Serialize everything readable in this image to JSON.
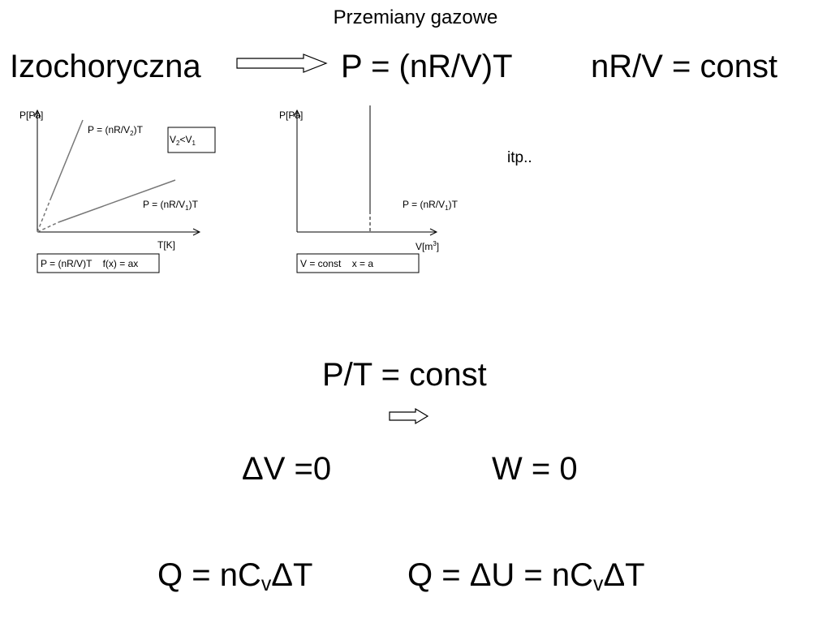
{
  "slide": {
    "title": "Przemiany gazowe",
    "heading": "Izochoryczna",
    "formula_main": "P = (nR/V)T",
    "formula_const": "nR/V = const",
    "itp": "itp..",
    "ratio_const": "P/T = const",
    "delta_v": "ΔV =0",
    "work": "W = 0",
    "heat_left": {
      "prefix": "Q = nC",
      "sub": "v",
      "suffix": "ΔT"
    },
    "heat_right": {
      "prefix": "Q = ΔU = nC",
      "sub": "v",
      "suffix": "ΔT"
    }
  },
  "graph1": {
    "y_axis_label": "P[Pa]",
    "x_axis_label": "T[K]",
    "line_upper_label": {
      "prefix": "P = (nR/V",
      "sub": "2",
      "suffix": ")T"
    },
    "line_lower_label": {
      "prefix": "P = (nR/V",
      "sub": "1",
      "suffix": ")T"
    },
    "compare_box": {
      "a": "V",
      "a_sub": "2",
      "op": "<V",
      "b_sub": "1"
    },
    "caption": "P = (nR/V)T    f(x) = ax"
  },
  "graph2": {
    "y_axis_label": "P[Pa]",
    "x_axis_label_prefix": "V[m",
    "x_axis_label_sup": "3",
    "x_axis_label_suffix": "]",
    "line_label": {
      "prefix": "P = (nR/V",
      "sub": "1",
      "suffix": ")T"
    },
    "caption": "V = const    x = a"
  }
}
